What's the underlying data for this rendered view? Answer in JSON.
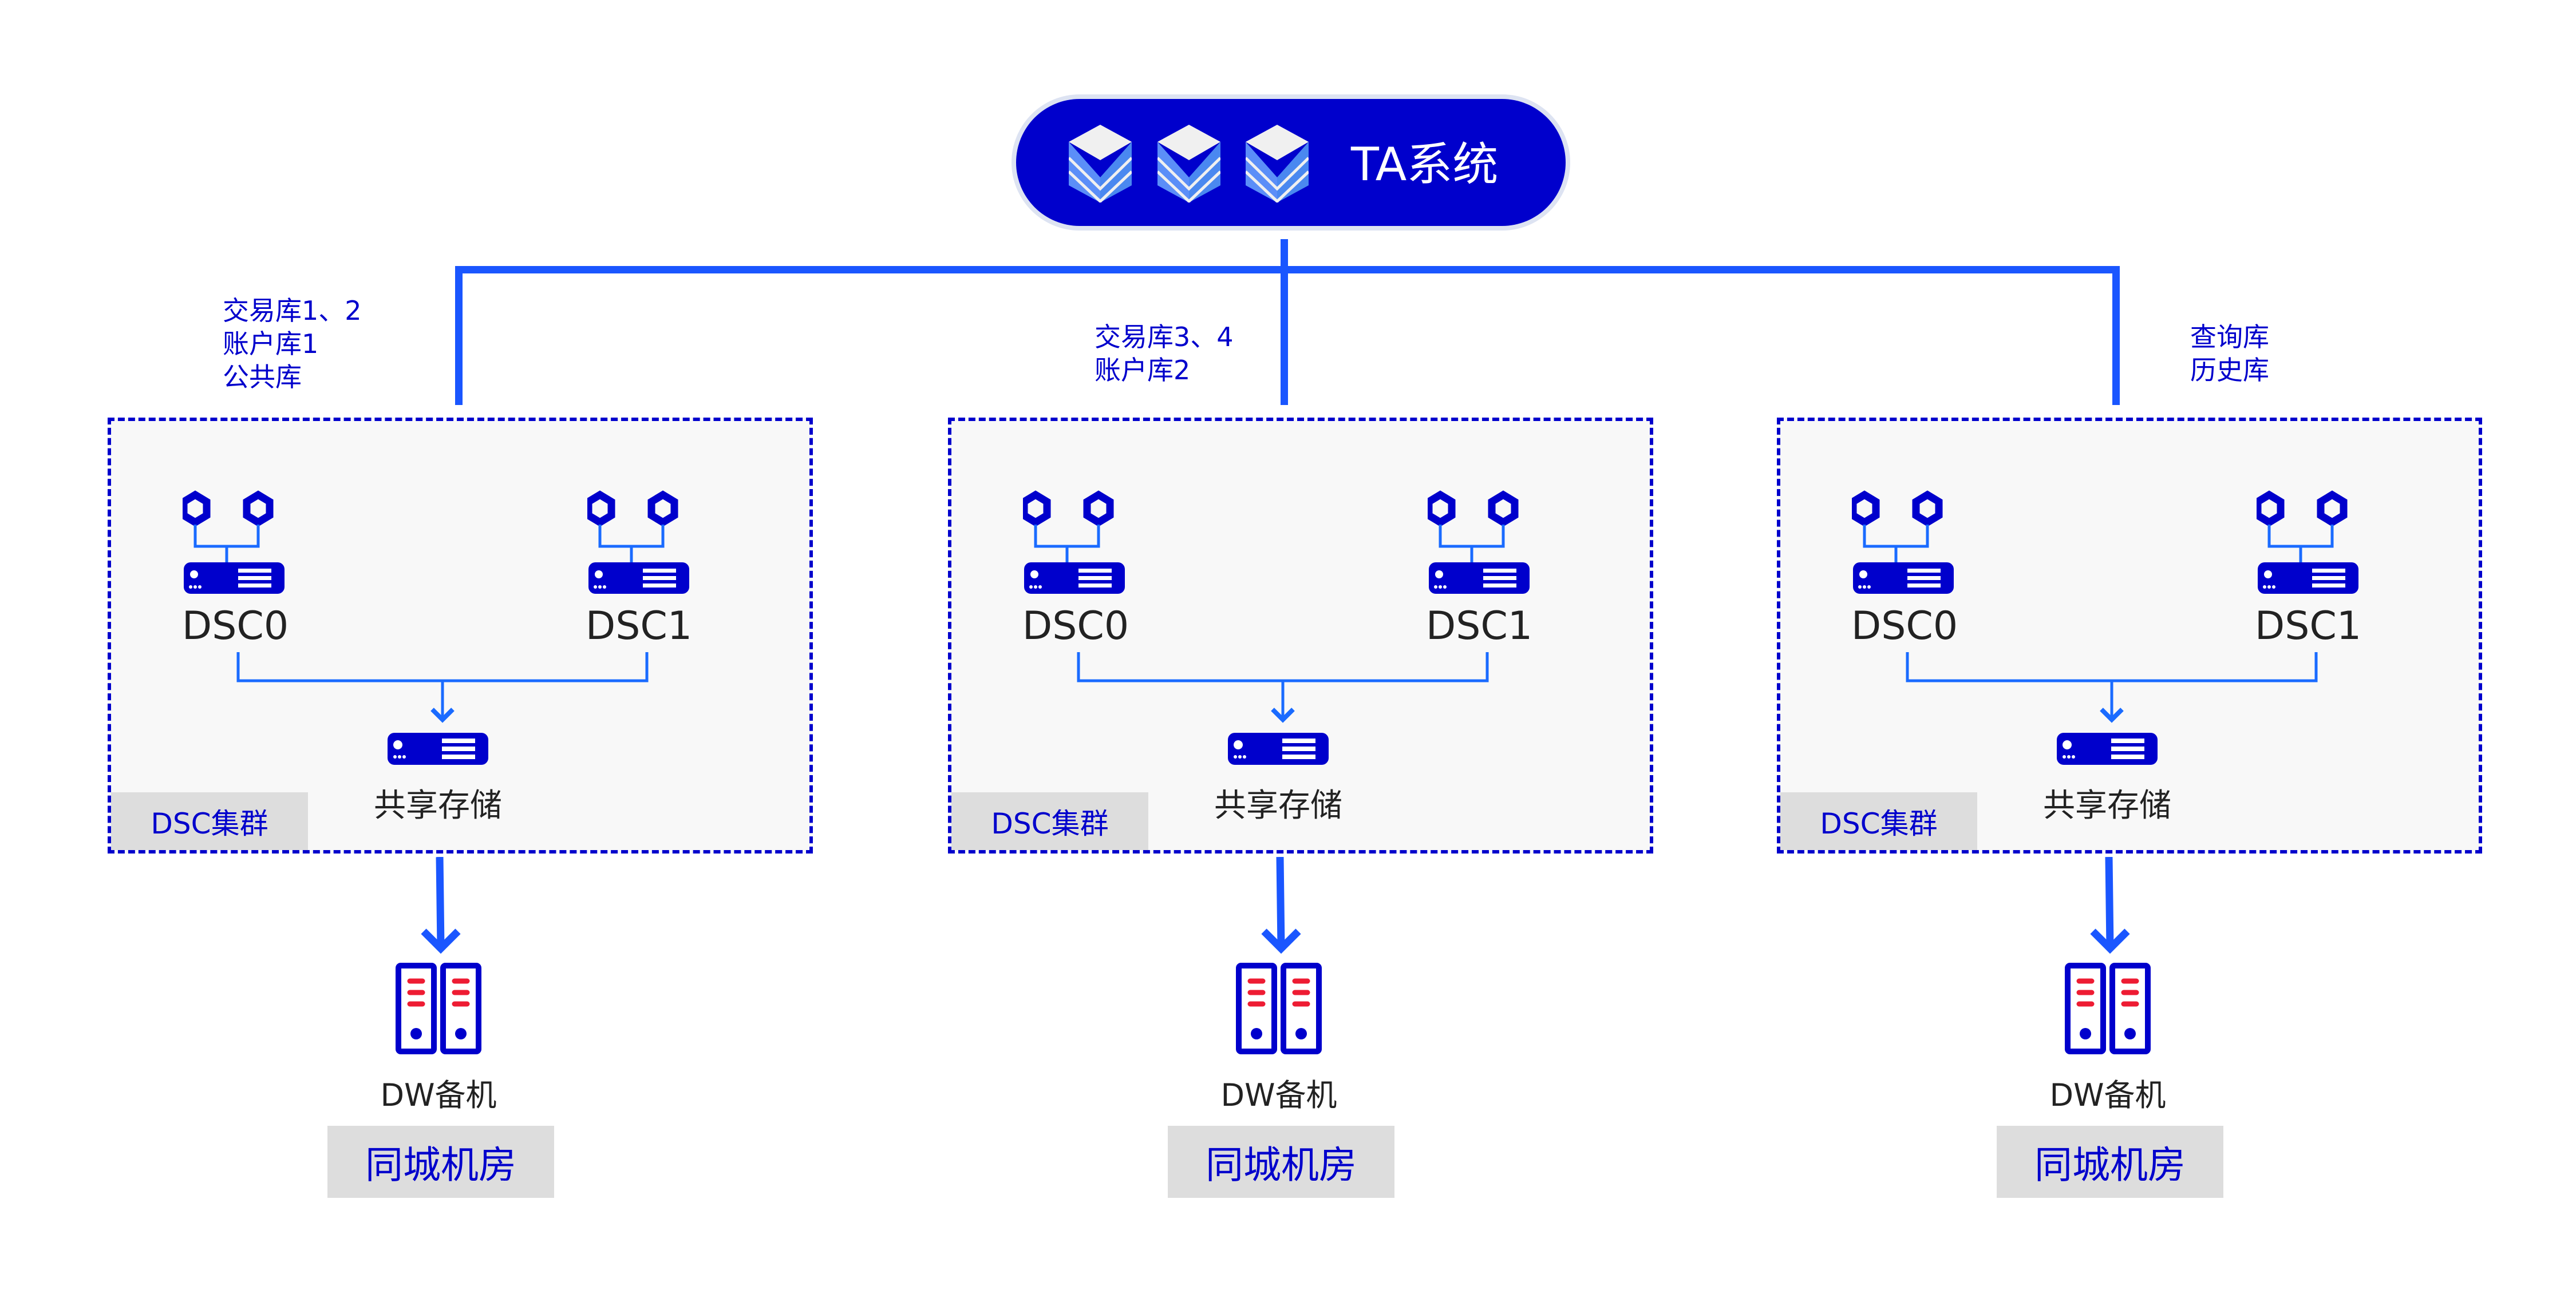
{
  "top": {
    "title": "TA系统",
    "icons": [
      "database-stack-icon",
      "database-stack-icon",
      "database-stack-icon"
    ]
  },
  "colors": {
    "primary": "#0000cc",
    "line": "#1a56ff",
    "alert": "#ee1c33",
    "tag_bg": "#dddddd",
    "cluster_bg": "#f8f8f8"
  },
  "clusters": [
    {
      "databases": "交易库1、2\n账户库1\n公共库",
      "node_a": "DSC0",
      "node_b": "DSC1",
      "storage": "共享存储",
      "tag": "DSC集群",
      "standby": "DW备机",
      "room": "同城机房"
    },
    {
      "databases": "交易库3、4\n账户库2",
      "node_a": "DSC0",
      "node_b": "DSC1",
      "storage": "共享存储",
      "tag": "DSC集群",
      "standby": "DW备机",
      "room": "同城机房"
    },
    {
      "databases": "查询库\n历史库",
      "node_a": "DSC0",
      "node_b": "DSC1",
      "storage": "共享存储",
      "tag": "DSC集群",
      "standby": "DW备机",
      "room": "同城机房"
    }
  ]
}
